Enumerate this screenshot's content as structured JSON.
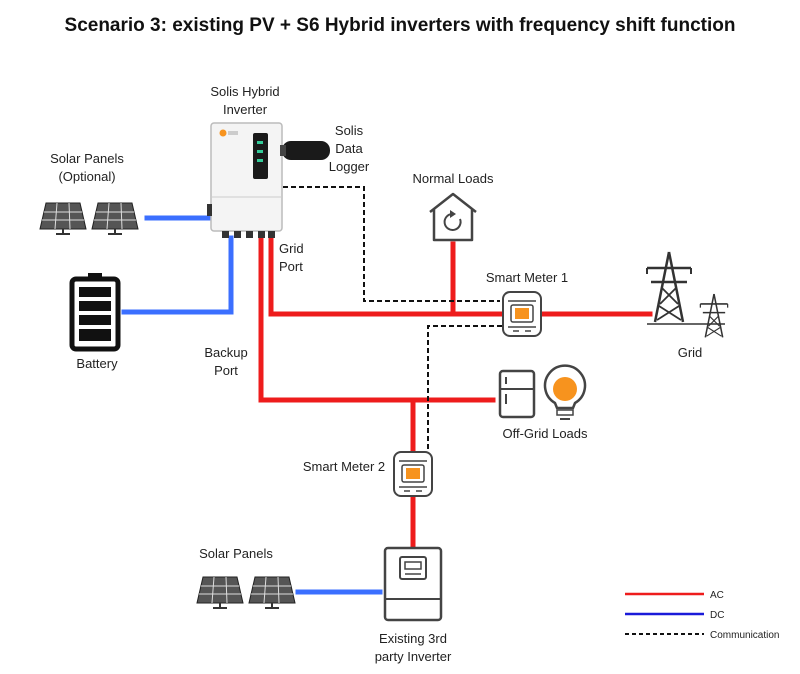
{
  "title": "Scenario 3: existing PV + S6 Hybrid inverters with frequency shift function",
  "labels": {
    "hybrid_inverter_1": "Solis Hybrid",
    "hybrid_inverter_2": "Inverter",
    "data_logger_1": "Solis",
    "data_logger_2": "Data",
    "data_logger_3": "Logger",
    "solar_optional_1": "Solar Panels",
    "solar_optional_2": "(Optional)",
    "battery": "Battery",
    "grid_port_1": "Grid",
    "grid_port_2": "Port",
    "backup_port_1": "Backup",
    "backup_port_2": "Port",
    "normal_loads": "Normal Loads",
    "smart_meter_1": "Smart Meter 1",
    "grid": "Grid",
    "offgrid_loads": "Off-Grid Loads",
    "smart_meter_2": "Smart Meter 2",
    "solar_panels": "Solar Panels",
    "existing_inverter_1": "Existing 3rd",
    "existing_inverter_2": "party Inverter"
  },
  "legend": {
    "ac": "AC",
    "dc": "DC",
    "communication": "Communication"
  },
  "colors": {
    "ac": "#ee1c1c",
    "dc": "#3b6fff",
    "communication": "#111111",
    "meter_display": "#f7931e"
  }
}
